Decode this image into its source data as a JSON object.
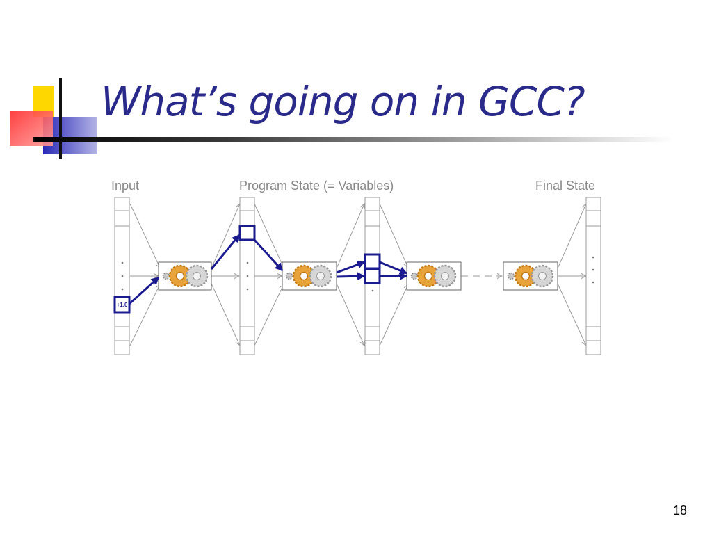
{
  "slide": {
    "title": "What’s going on in GCC?",
    "page_number": "18"
  },
  "diagram": {
    "labels": {
      "input": "Input",
      "program_state": "Program State (= Variables)",
      "final_state": "Final State"
    },
    "input_value": "+1.0",
    "colors": {
      "highlight": "#1b1b8f",
      "gear_gold": "#e8a33a",
      "gear_gray": "#bdbdbd",
      "arrow_gray": "#9a9a9a"
    },
    "icons": [
      "gear-icon",
      "arrow-icon"
    ]
  }
}
